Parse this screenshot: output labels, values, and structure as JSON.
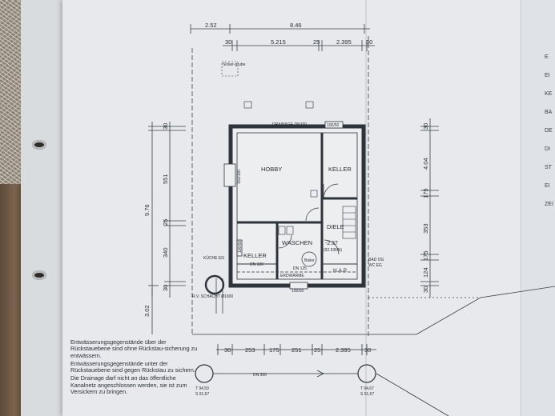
{
  "dims": {
    "top_overall": [
      "2.52",
      "8.46"
    ],
    "top_detail": [
      "30",
      "5.215",
      "25",
      "2.395",
      "30"
    ],
    "bottom_detail": [
      "30",
      "253",
      "175",
      "251",
      "25",
      "2.395",
      "30"
    ],
    "left_chain": [
      "30",
      "551",
      "25",
      "340",
      "30"
    ],
    "left_total": [
      "9.76"
    ],
    "left_extra": "3.02",
    "right_chain": [
      "30",
      "4.04",
      "175",
      "353",
      "175",
      "124",
      "30"
    ]
  },
  "rooms": {
    "hobby": "HOBBY",
    "keller_top": "KELLER",
    "keller_bottom": "KELLER",
    "diele": "DIELE",
    "waschen": "WASCHEN",
    "kuechen": "KÜCHE EG"
  },
  "labels": {
    "sickergrube": "Sicker-grube",
    "drainage_top": "DRAINAGE DN100",
    "drainage_top_box": "100/50",
    "level": "-2.37",
    "level_sub": "(92.53NN)",
    "boiler": "Boiler",
    "bad": "BAD OG",
    "wc": "WC EG",
    "hap": "H.A.P.",
    "dn100": "DN 100",
    "dn_small": "DN 125",
    "erdwaerme": "ERDWÄRME",
    "schacht": "R.V. SCHACHT Ø1000",
    "window_left": "150/100",
    "window_left2": "100/50",
    "window_bottom": "100/50",
    "bottom_pipe": "DN 300",
    "left_manhole": [
      "T 94,50",
      "S 91,67"
    ],
    "right_manhole": [
      "T 94,67",
      "S 91,67"
    ]
  },
  "notes": [
    "Entwässerungsgegenstände über der Rückstauebene sind ohne Rückstau-sicherung zu entwässern.",
    "Entwässerungsgegenstände unter der Rückstauebene sind gegen Rückstau zu sichern.",
    "Die Drainage darf nicht an das öffentliche Kanalnetz angeschlossen werden, sie ist zum Versickern zu bringen."
  ],
  "edge_letters": [
    "E",
    "EI",
    "KE",
    "BA",
    "DE",
    "DI",
    "ST",
    "EI",
    "ZEI"
  ]
}
